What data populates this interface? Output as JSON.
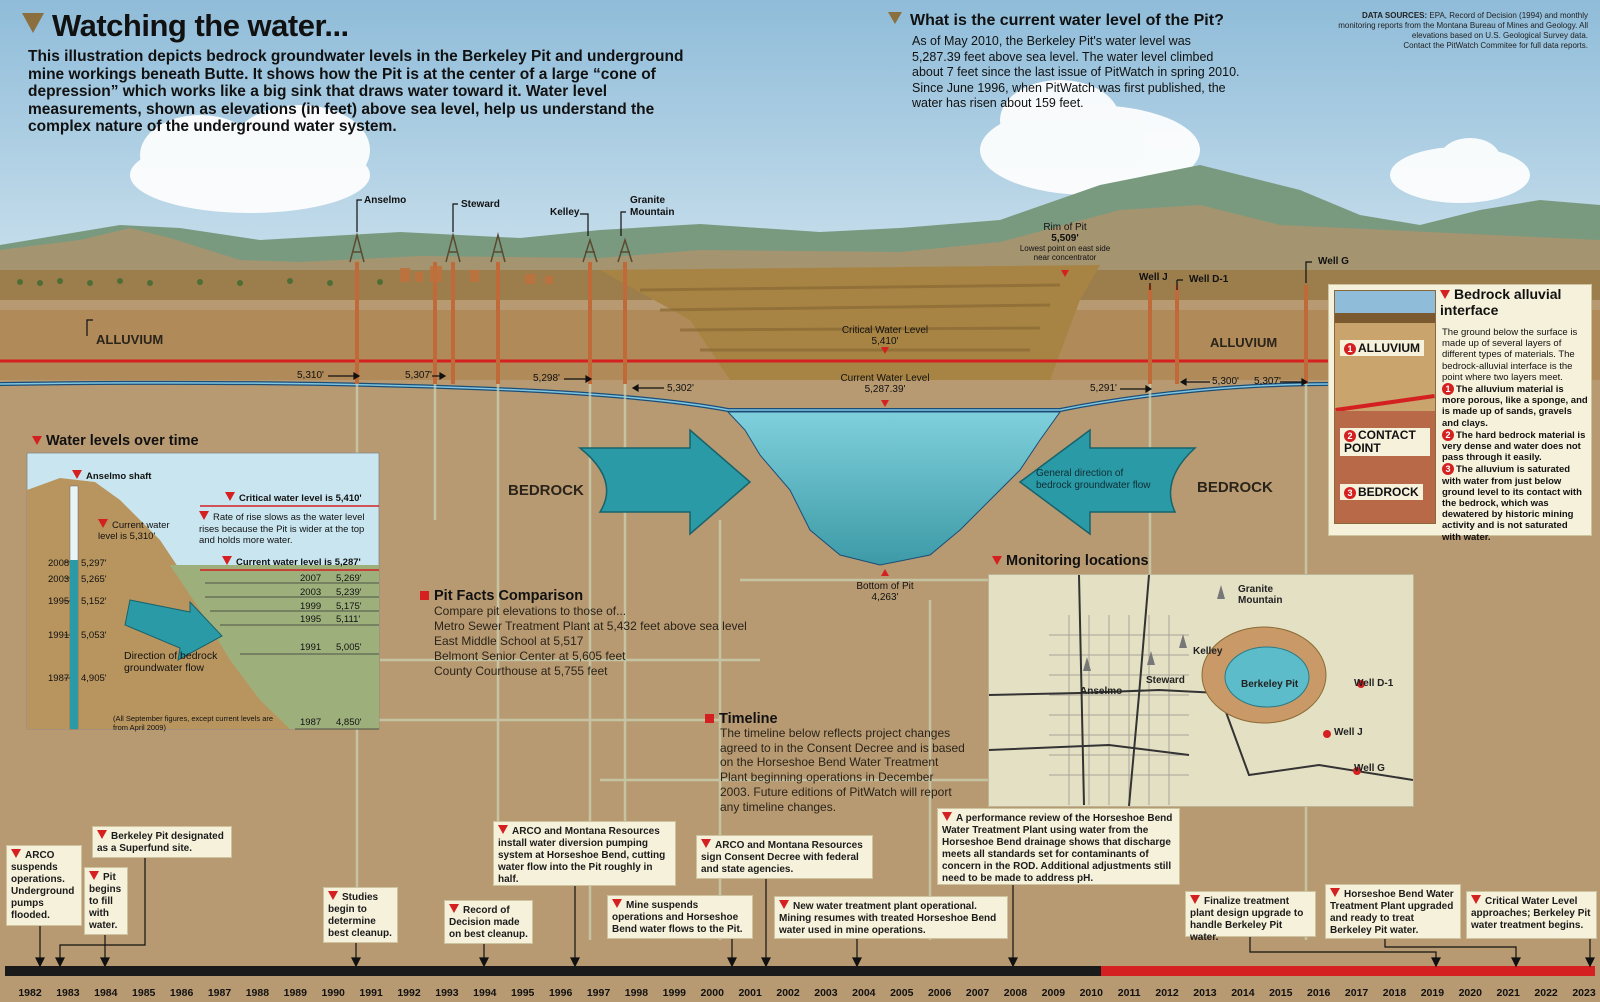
{
  "header": {
    "title": "Watching the water...",
    "intro": "This illustration depicts bedrock groundwater levels in the Berkeley Pit and underground mine workings beneath Butte. It shows how the Pit is at the center of a large “cone of depression” which works like a big sink that draws water toward it. Water level measurements, shown as elevations (in feet) above sea level, help us understand the complex nature of the underground water system."
  },
  "current_level": {
    "title": "What is the current water level of the Pit?",
    "body": "As of May 2010, the Berkeley Pit's water level was 5,287.39 feet above sea level. The water level climbed about 7 feet since the last issue of PitWatch in spring 2010. Since June 1996, when PitWatch was first published, the water has risen about 159 feet."
  },
  "data_sources": {
    "label": "DATA SOURCES:",
    "text": "EPA, Record of Decision (1994) and monthly monitoring reports from the Montana Bureau of Mines and Geology. All elevations based on U.S. Geological Survey data.",
    "contact": "Contact the PitWatch Commitee for full data reports."
  },
  "cross_section": {
    "shafts": [
      "Anselmo",
      "Steward",
      "Kelley",
      "Granite Mountain"
    ],
    "wells": [
      "Well J",
      "Well D-1",
      "Well G"
    ],
    "rim": {
      "title": "Rim of Pit",
      "value": "5,509'",
      "note": "Lowest point on east side near concentrator"
    },
    "critical_level": {
      "label": "Critical Water Level",
      "value": "5,410'"
    },
    "current_level": {
      "label": "Current Water Level",
      "value": "5,287.39'"
    },
    "bottom": {
      "label": "Bottom of Pit",
      "value": "4,263'"
    },
    "level_readings": [
      "5,310'",
      "5,307'",
      "5,298'",
      "5,302'",
      "5,291'",
      "5,300'",
      "5,307'"
    ],
    "alluvium_left": "ALLUVIUM",
    "alluvium_right": "ALLUVIUM",
    "bedrock_left": "BEDROCK",
    "bedrock_right": "BEDROCK",
    "flow_note": "General direction of bedrock groundwater flow"
  },
  "water_levels_inset": {
    "title": "Water levels over time",
    "shaft": "Anselmo shaft",
    "current_water": "Current water level is 5,310'",
    "critical": "Critical water level is 5,410'",
    "rate_note": "Rate of rise slows as the water level rises because the Pit is wider at the top and holds more water.",
    "current_pit": "Current water level is 5,287'",
    "shaft_levels": [
      {
        "year": "2008",
        "value": "5,297'"
      },
      {
        "year": "2003",
        "value": "5,265'"
      },
      {
        "year": "1995",
        "value": "5,152'"
      },
      {
        "year": "1991",
        "value": "5,053'"
      },
      {
        "year": "1987",
        "value": "4,905'"
      }
    ],
    "pit_levels": [
      {
        "year": "2007",
        "value": "5,269'"
      },
      {
        "year": "2003",
        "value": "5,239'"
      },
      {
        "year": "1999",
        "value": "5,175'"
      },
      {
        "year": "1995",
        "value": "5,111'"
      },
      {
        "year": "1991",
        "value": "5,005'"
      },
      {
        "year": "1987",
        "value": "4,850'"
      }
    ],
    "flow_label": "Direction of bedrock groundwater flow",
    "footnote": "(All September figures, except current levels are from April 2009)"
  },
  "pit_facts": {
    "title": "Pit Facts Comparison",
    "lines": [
      "Compare pit elevations to those of...",
      "Metro Sewer Treatment Plant at 5,432 feet above sea level",
      "East Middle School at 5,517",
      "Belmont Senior Center at 5,605 feet",
      "County Courthouse at 5,755 feet"
    ]
  },
  "timeline_note": {
    "title": "Timeline",
    "body": "The timeline below reflects project changes agreed to in the Consent Decree and is based on the Horseshoe Bend Water Treatment Plant beginning operations in December 2003. Future editions of PitWatch will report any timeline changes."
  },
  "bedrock_interface": {
    "title": "Bedrock alluvial interface",
    "intro": "The ground below the surface is made up of several layers of different types of materials. The bedrock-alluvial interface is the point where two layers meet.",
    "points": [
      "The alluvium material is more porous, like a sponge, and is made up of sands, gravels and clays.",
      "The hard bedrock material is very dense and water does not pass through it easily.",
      "The alluvium is saturated with water from just below ground level to its contact with the bedrock, which was dewatered by historic mining activity and is not saturated with water."
    ],
    "layers": [
      "ALLUVIUM",
      "CONTACT POINT",
      "BEDROCK"
    ]
  },
  "monitoring": {
    "title": "Monitoring locations",
    "labels": [
      "Granite Mountain",
      "Kelley",
      "Anselmo",
      "Steward",
      "Berkeley Pit",
      "Well D-1",
      "Well J",
      "Well G"
    ]
  },
  "timeline": {
    "years": [
      "1982",
      "1983",
      "1984",
      "1985",
      "1986",
      "1987",
      "1988",
      "1989",
      "1990",
      "1991",
      "1992",
      "1993",
      "1994",
      "1995",
      "1996",
      "1997",
      "1998",
      "1999",
      "2000",
      "2001",
      "2002",
      "2003",
      "2004",
      "2005",
      "2006",
      "2007",
      "2008",
      "2009",
      "2010",
      "2011",
      "2012",
      "2013",
      "2014",
      "2015",
      "2016",
      "2017",
      "2018",
      "2019",
      "2020",
      "2021",
      "2022",
      "2023"
    ],
    "events": [
      "ARCO suspends operations. Underground pumps flooded.",
      "Berkeley Pit designated as a Superfund site.",
      "Pit begins to fill with water.",
      "Studies begin to determine best cleanup.",
      "Record of Decision made on best cleanup.",
      "ARCO and Montana Resources install water diversion pumping system at Horseshoe Bend, cutting water flow into the Pit roughly in half.",
      "Mine suspends operations and Horseshoe Bend water flows to the Pit.",
      "ARCO and Montana Resources sign Consent Decree with federal and state agencies.",
      "New water treatment plant operational. Mining resumes with treated Horseshoe Bend water used in mine operations.",
      "A performance review of the Horseshoe Bend Water Treatment Plant using water from the Horseshoe Bend drainage shows that discharge meets all standards set for contaminants of concern in the ROD. Additional adjustments still need to be made to address pH.",
      "Finalize treatment plant design upgrade to handle Berkeley Pit water.",
      "Horseshoe Bend Water Treatment Plant upgraded and ready to treat Berkeley Pit water.",
      "Critical Water Level approaches; Berkeley Pit water treatment begins."
    ]
  },
  "colors": {
    "sky": "#a9cde3",
    "ground": "#b89a72",
    "water": "#5cbcc9",
    "critical_line": "#d42020",
    "arrow": "#2a9aa6"
  }
}
